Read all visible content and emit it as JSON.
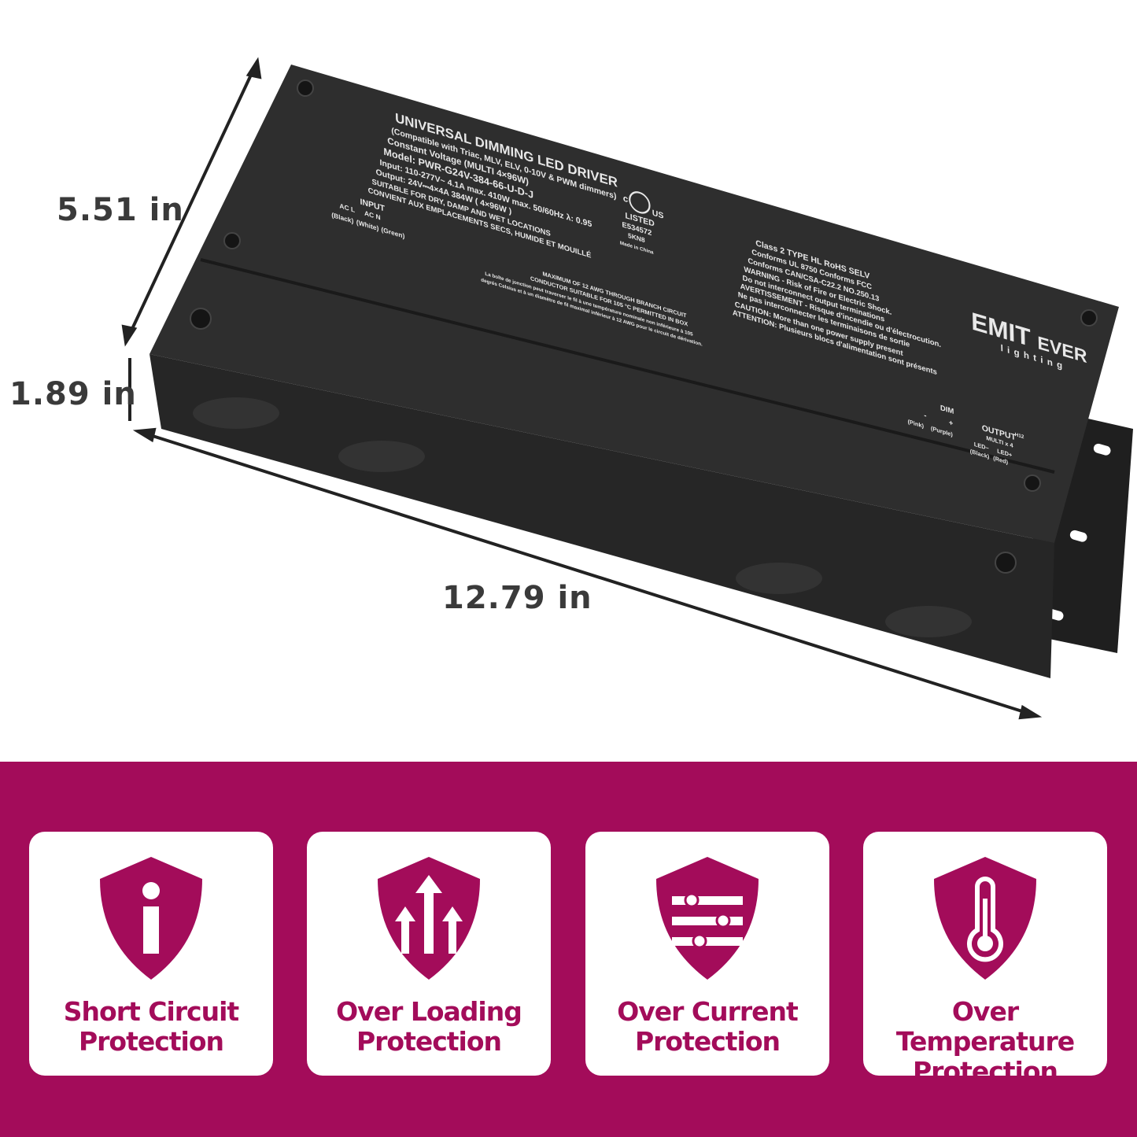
{
  "dimensions": {
    "depth": "5.51 in",
    "height": "1.89 in",
    "length": "12.79 in"
  },
  "label": {
    "title": "UNIVERSAL DIMMING LED DRIVER",
    "compat": "(Compatible with Triac, MLV, ELV, 0-10V & PWM dimmers)",
    "cv": "Constant Voltage (MULTI 4×96W)",
    "model": "Model: PWR-G24V-384-66-U-D-J",
    "input": "Input: 110-277V~ 4.1A max.  410W  max.  50/60Hz  λ: 0.95",
    "output": "Output: 24V⎓4×4A  384W ( 4×96W )",
    "suitable": "SUITABLE FOR DRY, DAMP AND WET LOCATIONS",
    "convient": "CONVIENT AUX EMPLACEMENTS SECS, HUMIDE ET MOUILLÉ",
    "input_head": "INPUT",
    "acl": "AC L",
    "acn": "AC N",
    "black": "(Black)",
    "white": "(White)",
    "green": "(Green)",
    "ul": "LISTED",
    "ul_c": "c",
    "ul_us": "US",
    "ul_num": "E534572",
    "ul_code": "5KN8",
    "made": "Made in China",
    "class": "Class 2   TYPE HL   RoHS   SELV",
    "ul8750": "Conforms UL 8750      Conforms FCC",
    "csa": "Conforms CAN/CSA-C22.2 NO.250.13",
    "warn1": "WARNING - Risk of Fire or Electric Shock.",
    "warn2": "Do not interconnect output terminations",
    "warn3": "AVERTISSEMENT - Risque d'incendie ou d'électrocution.",
    "warn4": "Ne pas interconnecter les terminaisons de sortie",
    "caution": "CAUTION: More than one power supply present",
    "attention": "ATTENTION: Plusieurs blocs d'alimentation sont présents",
    "awg1": "MAXIMUM OF 12 AWG THROUGH BRANCH CIRCUIT",
    "awg2": "CONDUCTOR SUITABLE FOR 105 °C PERMITTED IN BOX",
    "awg3": "La boîte de jonction peut traverser le fil à une température nominale non inférieure à 105",
    "awg4": "degrés Celsius et à un diamètre de fil maximal inférieur à 12 AWG pour le circuit de dérivation.",
    "dim": "DIM",
    "minus": "-",
    "plus": "+",
    "pink": "(Pink)",
    "purple": "(Purple)",
    "output_head": "OUTPUT",
    "multi": "MULTI x 4",
    "ledm": "LED−",
    "ledp": "LED+",
    "blk": "(Black)",
    "red": "(Red)",
    "h12": "H12",
    "brand": "EMIT",
    "brand2": "EVER",
    "brand_sub": "lighting"
  },
  "features": [
    {
      "icon": "info-shield-icon",
      "line1": "Short Circuit",
      "line2": "Protection"
    },
    {
      "icon": "arrows-up-shield-icon",
      "line1": "Over Loading",
      "line2": "Protection"
    },
    {
      "icon": "sliders-shield-icon",
      "line1": "Over Current",
      "line2": "Protection"
    },
    {
      "icon": "thermometer-shield-icon",
      "line1": "Over Temperature",
      "line2": "Protection"
    }
  ],
  "colors": {
    "brand": "#a30c5a",
    "device": "#2b2b2b"
  }
}
